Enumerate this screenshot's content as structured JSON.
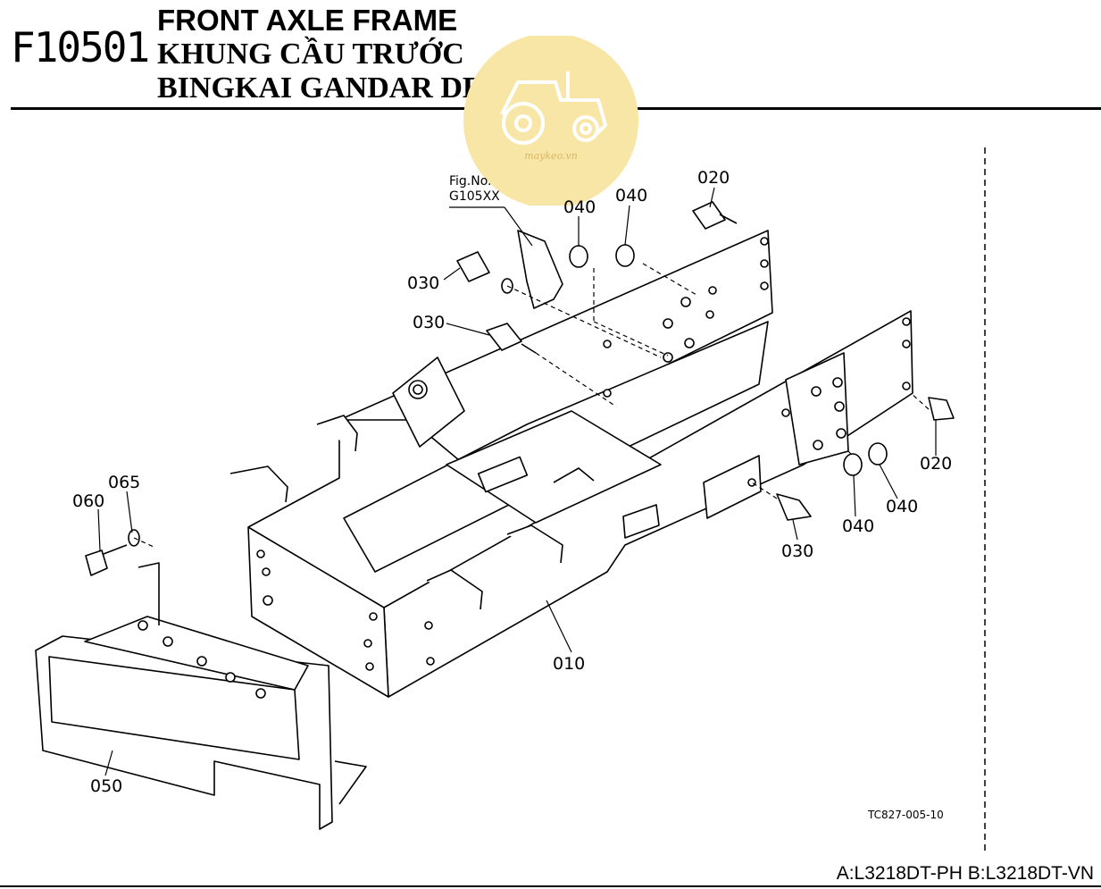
{
  "header": {
    "code": "F10501",
    "title_en": "FRONT AXLE FRAME",
    "title_vi": "KHUNG CẦU TRƯỚC",
    "title_id": "BINGKAI GANDAR DEPAN"
  },
  "watermark": {
    "text": "maykeo.vn",
    "color": "#f8e6a6"
  },
  "figure_reference": {
    "line1": "Fig.No.",
    "line2": "G105XX"
  },
  "callouts": {
    "c020_top": "020",
    "c040_a": "040",
    "c040_b": "040",
    "c030_a": "030",
    "c030_b": "030",
    "c065": "065",
    "c060": "060",
    "c020_right": "020",
    "c040_c": "040",
    "c040_d": "040",
    "c030_c": "030",
    "c010": "010",
    "c050": "050"
  },
  "drawing_number": "TC827-005-10",
  "footer": {
    "models": "A:L3218DT-PH B:L3218DT-VN"
  }
}
